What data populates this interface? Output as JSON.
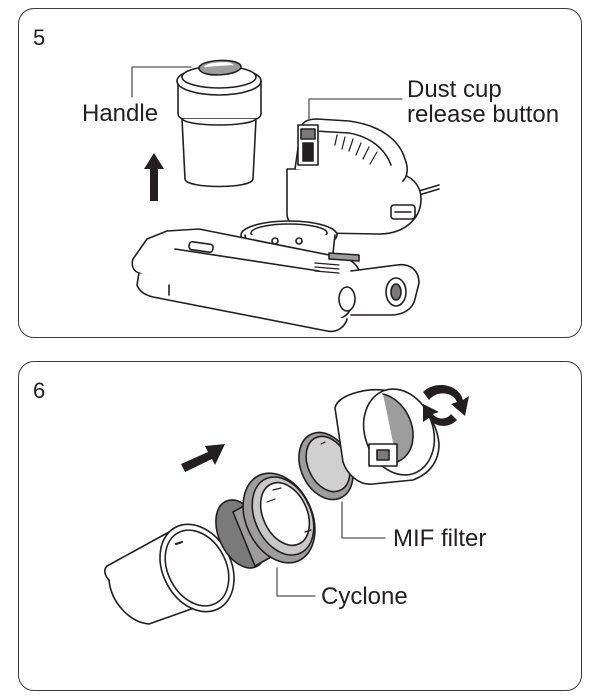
{
  "steps": [
    {
      "number": "5",
      "labels": {
        "handle": "Handle",
        "release_line1": "Dust cup",
        "release_line2": "release button"
      },
      "icons": [
        "dust-cup-icon",
        "up-arrow-icon",
        "vacuum-body-icon",
        "floor-head-icon"
      ]
    },
    {
      "number": "6",
      "labels": {
        "filter": "MIF filter",
        "cyclone": "Cyclone"
      },
      "icons": [
        "dust-cup-icon",
        "cyclone-icon",
        "mif-filter-icon",
        "cup-lid-icon",
        "push-arrow-icon",
        "rotate-arrow-icon"
      ]
    }
  ],
  "colors": {
    "line": "#231f20",
    "gray": "#9d9d9d",
    "gray_dark": "#7a7a7a",
    "leader": "#555555"
  }
}
